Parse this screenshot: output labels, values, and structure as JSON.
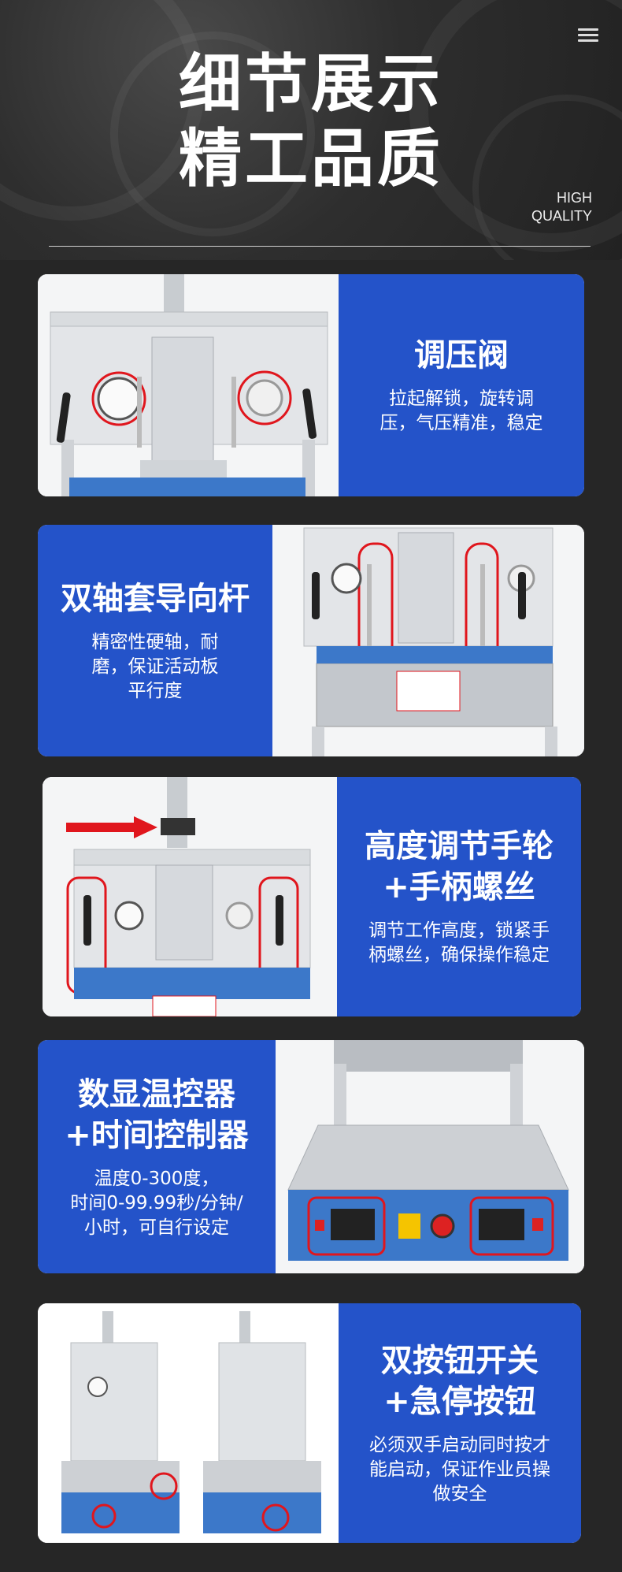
{
  "header": {
    "title_line1": "细节展示",
    "title_line2": "精工品质",
    "subtitle_line1": "HIGH",
    "subtitle_line2": "QUALITY"
  },
  "features": [
    {
      "title_lines": [
        "调压阀"
      ],
      "desc_lines": [
        "拉起解锁，旋转调",
        "压，气压精准，稳定"
      ]
    },
    {
      "title_lines": [
        "双轴套导向杆"
      ],
      "desc_lines": [
        "精密性硬轴，耐",
        "磨，保证活动板",
        "平行度"
      ]
    },
    {
      "title_lines": [
        "高度调节手轮",
        "+手柄螺丝"
      ],
      "desc_lines": [
        "调节工作高度，锁紧手",
        "柄螺丝，确保操作稳定"
      ]
    },
    {
      "title_lines": [
        "数显温控器",
        "+时间控制器"
      ],
      "desc_lines": [
        "温度0-300度，",
        "时间0-99.99秒/分钟/",
        "小时，可自行设定"
      ]
    },
    {
      "title_lines": [
        "双按钮开关",
        "+急停按钮"
      ],
      "desc_lines": [
        "必须双手启动同时按才",
        "能启动，保证作业员操",
        "做安全"
      ]
    }
  ],
  "colors": {
    "accent_blue": "#2453c9",
    "highlight_red": "#e0161d",
    "background": "#262626"
  }
}
